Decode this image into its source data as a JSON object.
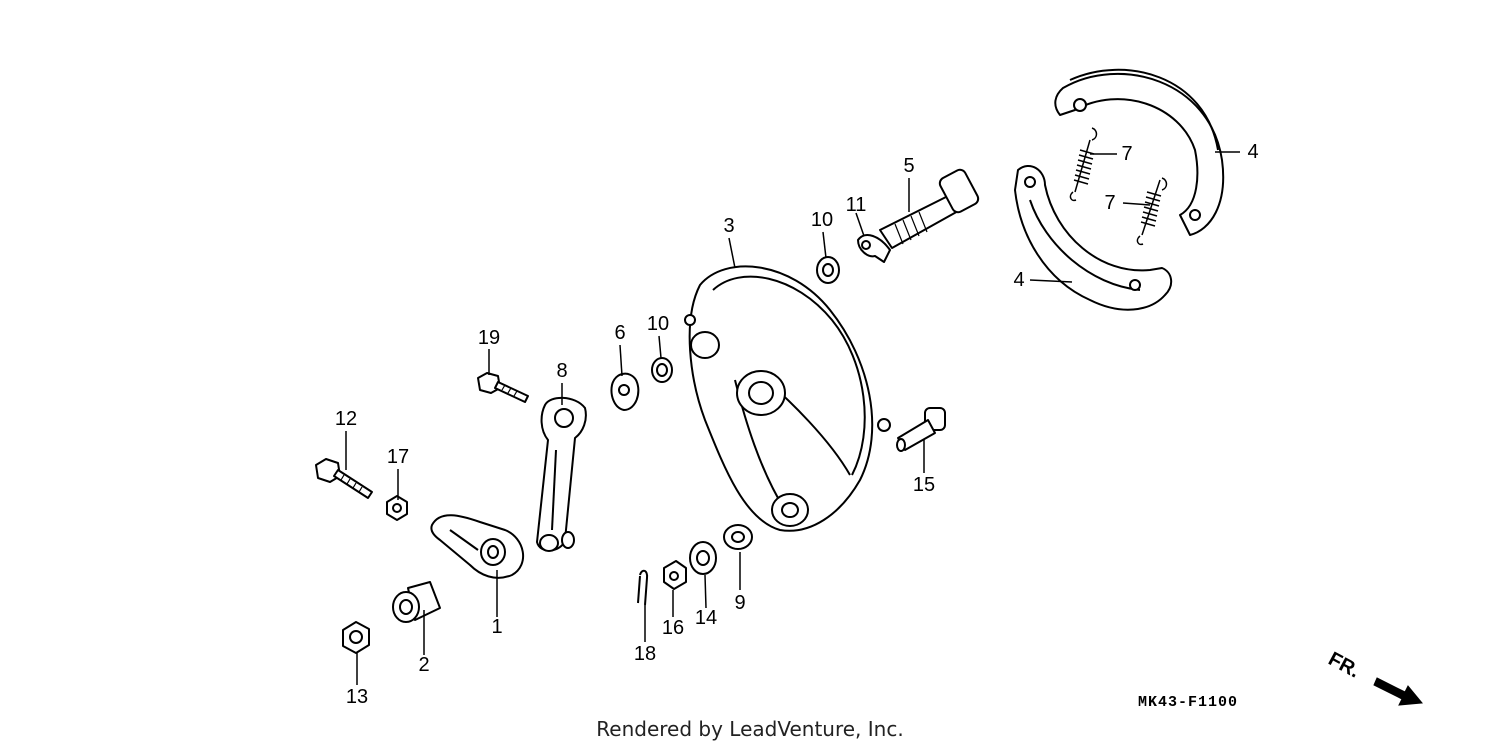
{
  "diagram": {
    "callouts": [
      "1",
      "2",
      "3",
      "4",
      "4",
      "5",
      "6",
      "7",
      "7",
      "8",
      "9",
      "10",
      "10",
      "11",
      "12",
      "13",
      "14",
      "15",
      "16",
      "17",
      "18",
      "19"
    ],
    "drawing_code": "MK43-F1100",
    "credit": "Rendered by LeadVenture, Inc.",
    "direction_label": "FR.",
    "line_color": "#000000",
    "fill_color": "#ffffff"
  }
}
